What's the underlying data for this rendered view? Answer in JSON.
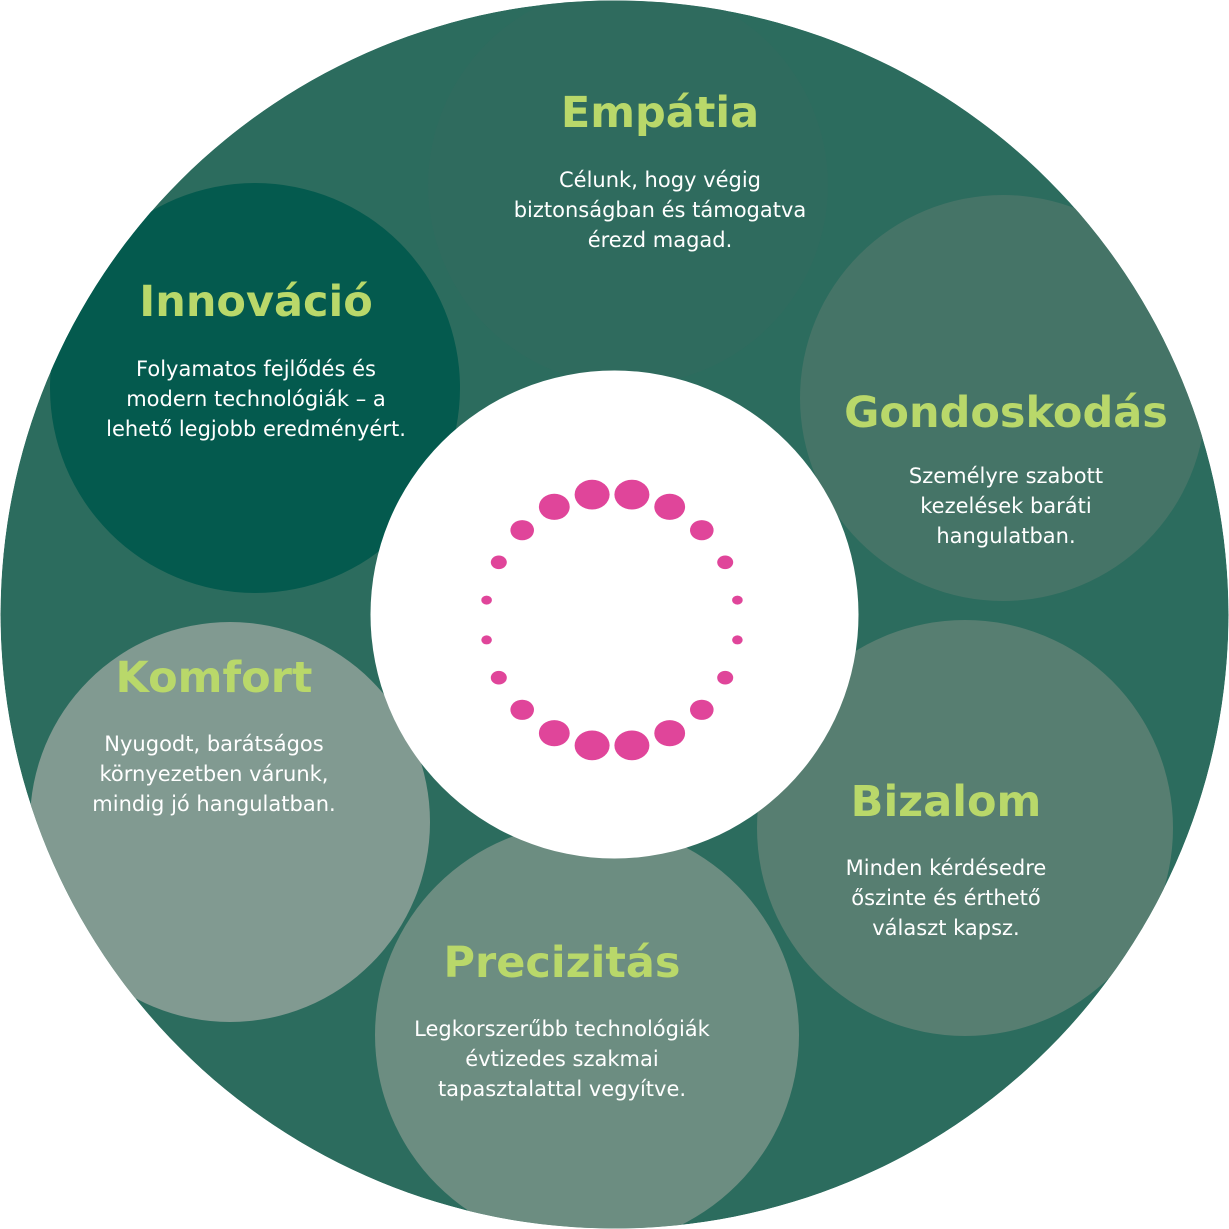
{
  "colors": {
    "ring_outer": "#2c6c5e",
    "innovacio": "#045a4e",
    "empatia": "#2f6b5e",
    "gondoskodas": "#457467",
    "bizalom": "#577e71",
    "precizitas": "#6c8d81",
    "komfort": "#819a91",
    "title_green": "#b9d86a",
    "center_dots": "#e0459a",
    "center_bg": "#ffffff"
  },
  "segments": {
    "empatia": {
      "title": "Empátia",
      "lines": [
        "Célunk, hogy végig",
        "biztonságban és támogatva",
        "érezd magad."
      ]
    },
    "innovacio": {
      "title": "Innováció",
      "lines": [
        "Folyamatos fejlődés és",
        "modern technológiák – a",
        "lehető legjobb eredményért."
      ]
    },
    "gondoskodas": {
      "title": "Gondoskodás",
      "lines": [
        "Személyre szabott",
        "kezelések baráti",
        "hangulatban."
      ]
    },
    "komfort": {
      "title": "Komfort",
      "lines": [
        "Nyugodt, barátságos",
        "környezetben várunk,",
        "mindig jó hangulatban."
      ]
    },
    "bizalom": {
      "title": "Bizalom",
      "lines": [
        "Minden kérdésedre",
        "őszinte és érthető",
        "választ kapsz."
      ]
    },
    "precizitas": {
      "title": "Precizitás",
      "lines": [
        "Legkorszerűbb technológiák",
        "évtizedes szakmai",
        "tapasztalattal vegyítve."
      ]
    }
  }
}
